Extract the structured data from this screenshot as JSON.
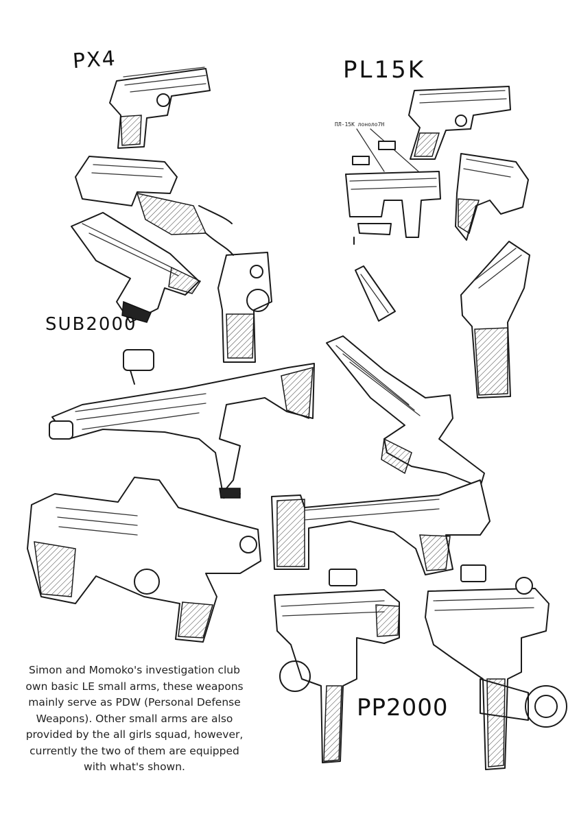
{
  "labels": {
    "px4": "PX4",
    "pl15k": "PL15K",
    "sub2000": "SUB2000",
    "pp2000": "PP2000"
  },
  "annotation": "ПЛ-15К  лоноло7Н",
  "caption": [
    "Simon and Momoko's investigation club",
    "own basic LE small arms, these weapons",
    "mainly serve as PDW (Personal Defense",
    "Weapons). Other small arms are also",
    "provided by the all girls squad, however,",
    "currently the two of them are equipped",
    "with what's shown."
  ]
}
